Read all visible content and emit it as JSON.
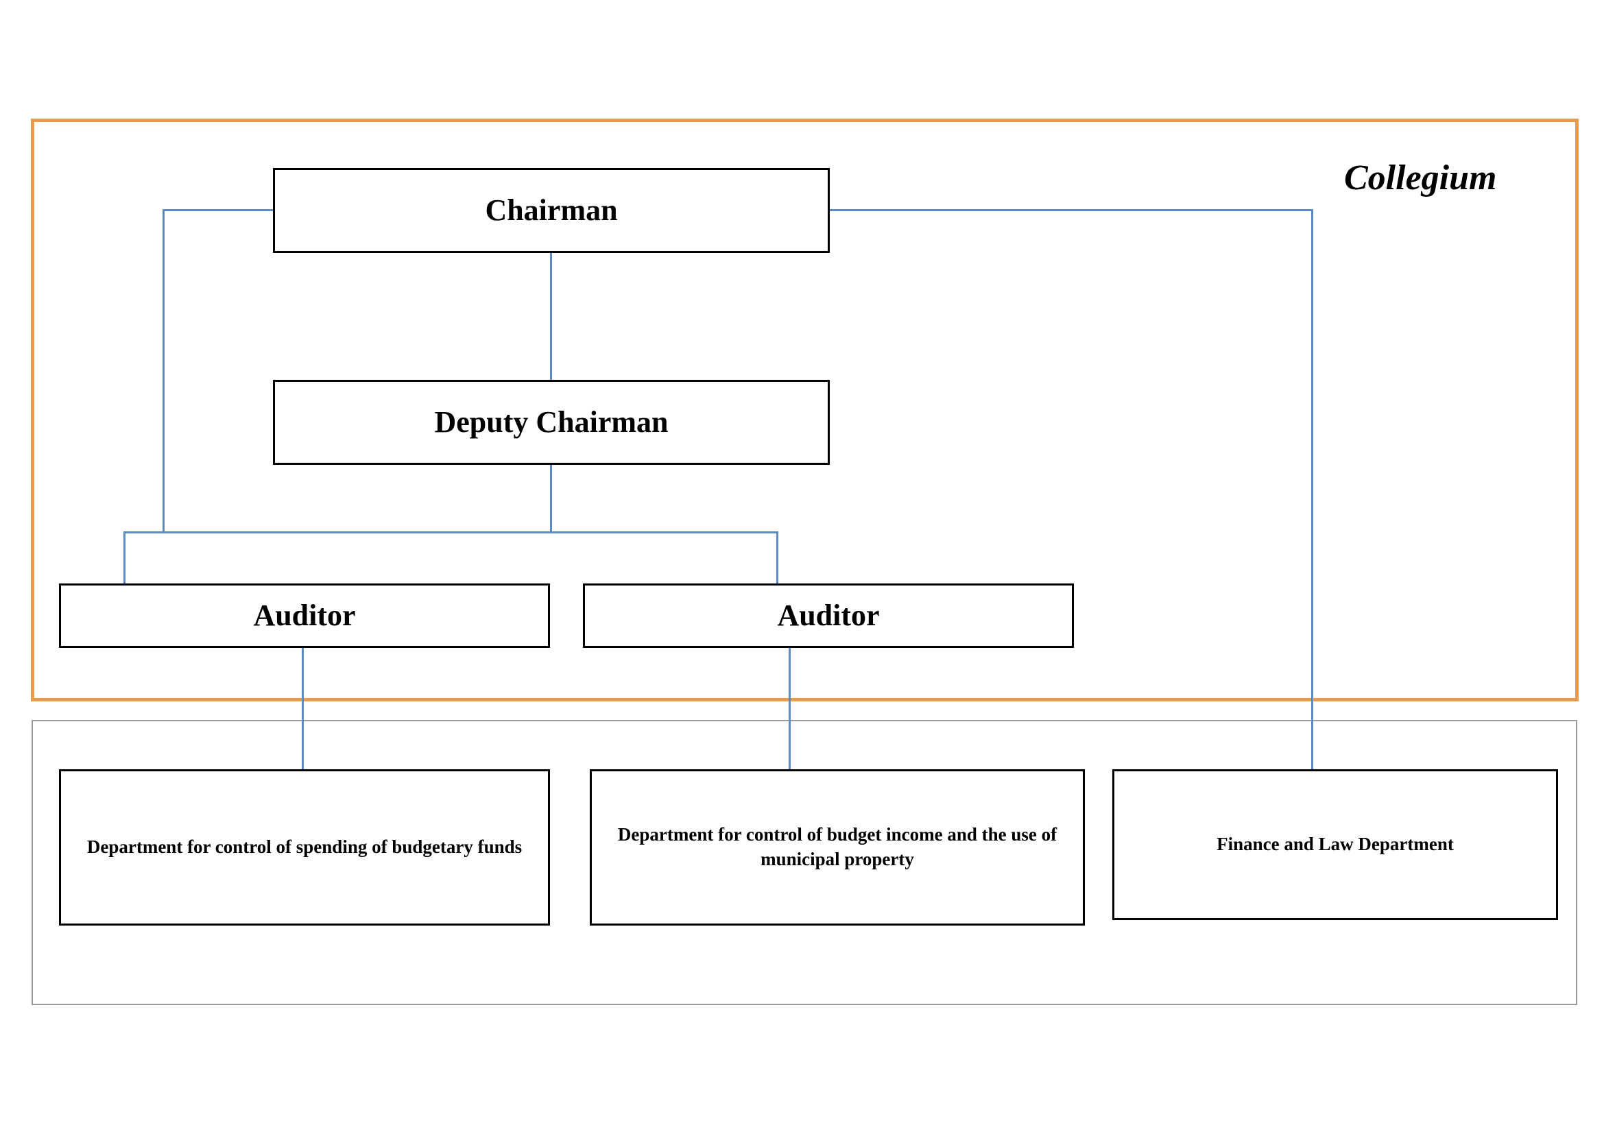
{
  "diagram": {
    "title": "Collegium organizational structure",
    "colors": {
      "collegium_border": "#E89A4D",
      "departments_border": "#9a9a9a",
      "connector": "#5B8BC0",
      "node_border": "#000000",
      "text": "#000000",
      "background": "#ffffff"
    }
  },
  "collegium": {
    "label": "Collegium",
    "nodes": {
      "chairman": "Chairman",
      "deputy_chairman": "Deputy Chairman",
      "auditor_1": "Auditor",
      "auditor_2": "Auditor"
    }
  },
  "departments": {
    "label": "",
    "nodes": {
      "dept_1": "Department for control of spending of budgetary funds",
      "dept_2": "Department for control of budget income and the use of municipal property",
      "dept_3": "Finance and Law Department"
    }
  },
  "connections": [
    {
      "from": "chairman",
      "to": "deputy_chairman"
    },
    {
      "from": "chairman",
      "to": "auditor_1"
    },
    {
      "from": "chairman",
      "to": "auditor_2"
    },
    {
      "from": "deputy_chairman",
      "to": "auditor_1"
    },
    {
      "from": "deputy_chairman",
      "to": "auditor_2"
    },
    {
      "from": "auditor_1",
      "to": "dept_1"
    },
    {
      "from": "auditor_2",
      "to": "dept_2"
    },
    {
      "from": "chairman",
      "to": "dept_3"
    }
  ]
}
